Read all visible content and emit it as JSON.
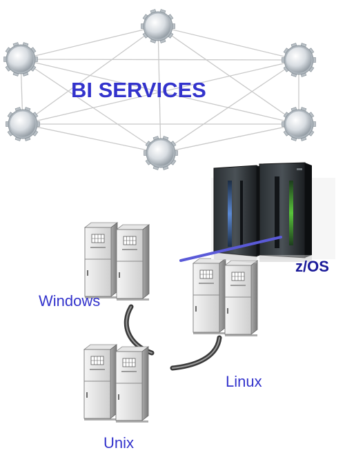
{
  "title": "BI SERVICES",
  "labels": {
    "zos": "z/OS",
    "windows": "Windows",
    "linux": "Linux",
    "unix": "Unix"
  },
  "colors": {
    "title": "#3333cc",
    "label_blue": "#3333cc",
    "label_zos": "#1a1a99",
    "mesh_line": "#c8c8c8",
    "link_line": "#5a5ad8"
  },
  "icons": {
    "node": "gear-sphere-icon",
    "server": "server-cabinet-icon",
    "mainframe": "mainframe-icon"
  }
}
